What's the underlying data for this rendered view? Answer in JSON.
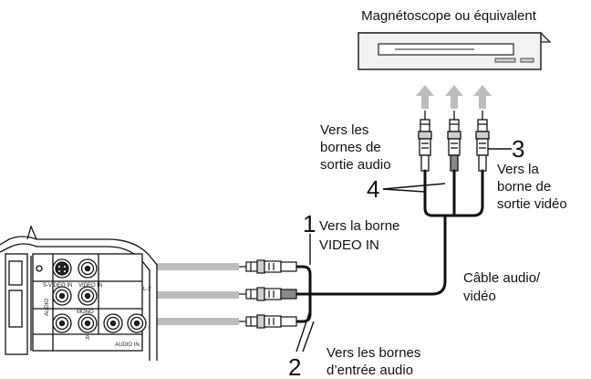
{
  "vcr_label": "Magnétoscope ou équivalent",
  "callouts": {
    "audio_out": [
      "Vers les",
      "bornes de",
      "sortie audio"
    ],
    "video_out_number": "3",
    "video_out": [
      "Vers la",
      "borne de",
      "sortie vidéo"
    ],
    "cable_number": "4",
    "video_in_number": "1",
    "video_in": [
      "Vers la borne",
      "VIDEO IN"
    ],
    "cable": [
      "Câble audio/",
      "vidéo"
    ],
    "audio_in_number": "2",
    "audio_in": [
      "Vers les bornes",
      "d’entrée audio"
    ]
  },
  "panel_labels": {
    "svideo": "S-VIDEO IN",
    "video": "VIDEO IN",
    "audio_in": "AUDIO IN",
    "mono": "MONO",
    "audio": "AUDIO",
    "r": "R",
    "l2": "L-2"
  }
}
